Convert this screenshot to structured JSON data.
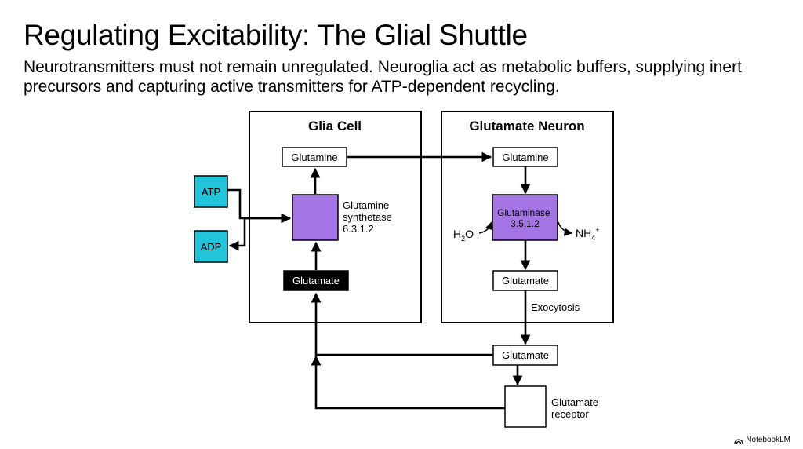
{
  "slide": {
    "title": "Regulating Excitability: The Glial Shuttle",
    "subtitle": "Neurotransmitters must not remain unregulated. Neuroglia act as metabolic buffers, supplying inert precursors and capturing active transmitters for ATP-dependent recycling."
  },
  "diagram": {
    "glia_cell": {
      "title": "Glia Cell",
      "glutamine": "Glutamine",
      "enzyme_lines": [
        "Glutamine",
        "synthetase",
        "6.3.1.2"
      ],
      "glutamate": "Glutamate"
    },
    "neuron": {
      "title": "Glutamate Neuron",
      "glutamine": "Glutamine",
      "enzyme_lines": [
        "Glutaminase",
        "3.5.1.2"
      ],
      "water": "H",
      "water_sub": "2",
      "water_end": "O",
      "ammonium": "NH",
      "ammonium_sub": "4",
      "ammonium_sup": "+",
      "glutamate": "Glutamate",
      "exocytosis": "Exocytosis"
    },
    "energy": {
      "atp": "ATP",
      "adp": "ADP"
    },
    "synapse": {
      "glutamate": "Glutamate",
      "receptor_lines": [
        "Glutamate",
        "receptor"
      ]
    },
    "colors": {
      "enzyme_fill": "#a675e5",
      "energy_fill": "#21c4d8",
      "glutamate_glia_fill": "#000000",
      "line": "#000000"
    }
  },
  "footer": {
    "brand": "NotebookLM",
    "icon": "notebooklm-logo-icon"
  }
}
